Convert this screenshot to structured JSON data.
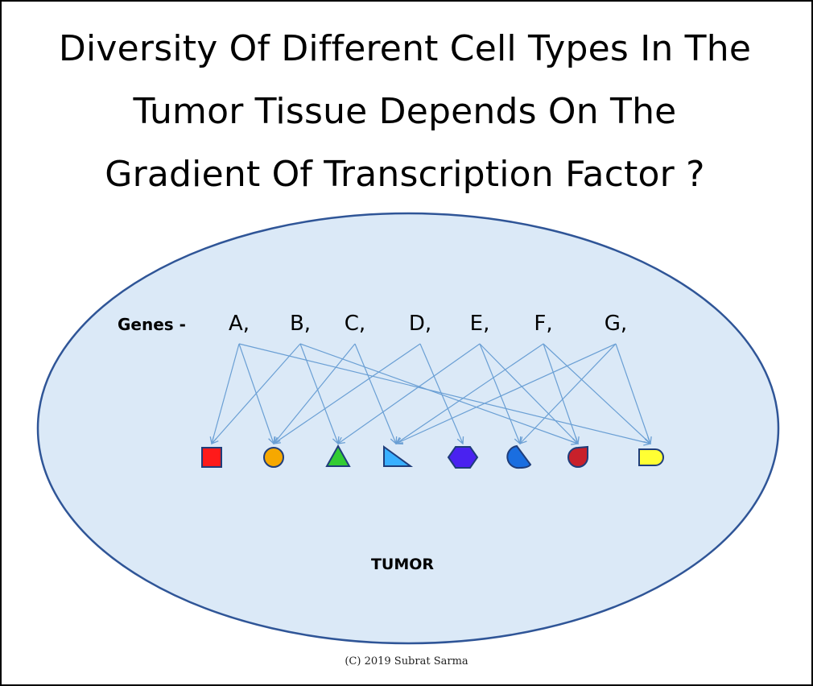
{
  "title": {
    "line1": "Diversity Of Different Cell Types In The",
    "line2": "Tumor Tissue Depends On The",
    "line3": "Gradient Of Transcription Factor ?"
  },
  "genes_label": "Genes -",
  "genes": [
    "A,",
    "B,",
    "C,",
    "D,",
    "E,",
    "F,",
    "G,"
  ],
  "cell_types": [
    {
      "shape": "square",
      "color": "#ff1a1a"
    },
    {
      "shape": "circle",
      "color": "#f6a800"
    },
    {
      "shape": "triangle",
      "color": "#33cc33"
    },
    {
      "shape": "right-triangle",
      "color": "#39b0ff"
    },
    {
      "shape": "hexagon",
      "color": "#4a22f0"
    },
    {
      "shape": "tear-blob",
      "color": "#1a6ee0"
    },
    {
      "shape": "teardrop",
      "color": "#c8202a"
    },
    {
      "shape": "d-shape",
      "color": "#ffff33"
    }
  ],
  "connections": [
    [
      0,
      0
    ],
    [
      0,
      1
    ],
    [
      0,
      7
    ],
    [
      1,
      0
    ],
    [
      1,
      2
    ],
    [
      1,
      6
    ],
    [
      2,
      1
    ],
    [
      2,
      3
    ],
    [
      3,
      1
    ],
    [
      3,
      4
    ],
    [
      4,
      2
    ],
    [
      4,
      5
    ],
    [
      4,
      6
    ],
    [
      5,
      3
    ],
    [
      5,
      6
    ],
    [
      5,
      7
    ],
    [
      6,
      3
    ],
    [
      6,
      5
    ],
    [
      6,
      7
    ]
  ],
  "tumor_label": "TUMOR",
  "credit": "(C) 2019 Subrat Sarma",
  "colors": {
    "ellipse_fill": "#dbe9f7",
    "ellipse_stroke": "#2f5597",
    "arrow": "#6a9fd4",
    "shape_stroke": "#1f3d7a"
  }
}
